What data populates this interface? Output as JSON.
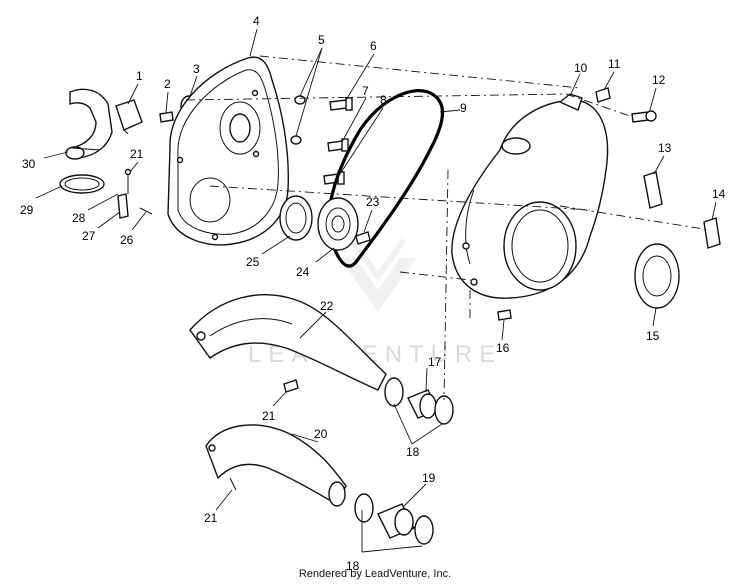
{
  "diagram": {
    "watermark": "LEADVENTURE",
    "footer": "Rendered by LeadVenture, Inc.",
    "callouts": [
      {
        "id": "1",
        "label": "1"
      },
      {
        "id": "2",
        "label": "2"
      },
      {
        "id": "3",
        "label": "3"
      },
      {
        "id": "4",
        "label": "4"
      },
      {
        "id": "5",
        "label": "5"
      },
      {
        "id": "6",
        "label": "6"
      },
      {
        "id": "7",
        "label": "7"
      },
      {
        "id": "8",
        "label": "8"
      },
      {
        "id": "9",
        "label": "9"
      },
      {
        "id": "10",
        "label": "10"
      },
      {
        "id": "11",
        "label": "11"
      },
      {
        "id": "12",
        "label": "12"
      },
      {
        "id": "13",
        "label": "13"
      },
      {
        "id": "14",
        "label": "14"
      },
      {
        "id": "15",
        "label": "15"
      },
      {
        "id": "16",
        "label": "16"
      },
      {
        "id": "17",
        "label": "17"
      },
      {
        "id": "18a",
        "label": "18"
      },
      {
        "id": "18b",
        "label": "18"
      },
      {
        "id": "19",
        "label": "19"
      },
      {
        "id": "20",
        "label": "20"
      },
      {
        "id": "21a",
        "label": "21"
      },
      {
        "id": "21b",
        "label": "21"
      },
      {
        "id": "21c",
        "label": "21"
      },
      {
        "id": "22",
        "label": "22"
      },
      {
        "id": "23",
        "label": "23"
      },
      {
        "id": "24",
        "label": "24"
      },
      {
        "id": "25",
        "label": "25"
      },
      {
        "id": "26",
        "label": "26"
      },
      {
        "id": "27",
        "label": "27"
      },
      {
        "id": "28",
        "label": "28"
      },
      {
        "id": "29",
        "label": "29"
      },
      {
        "id": "30",
        "label": "30"
      }
    ]
  }
}
